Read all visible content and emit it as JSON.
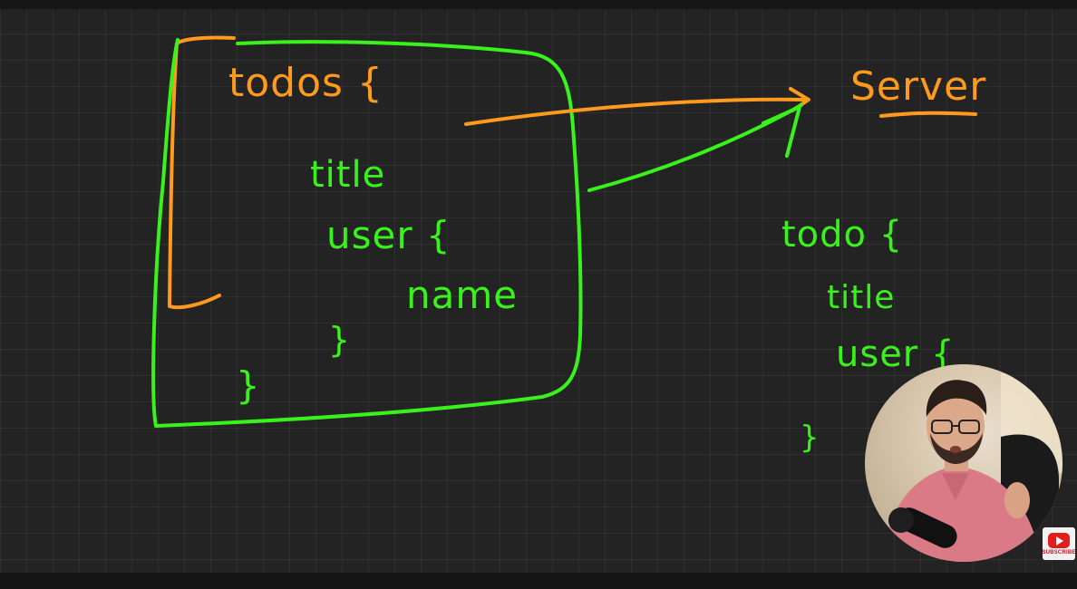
{
  "board": {
    "left_block": {
      "open": "todos {",
      "line1": "title",
      "line2": "user {",
      "line3": "name",
      "close_inner": "}",
      "close_outer": "}"
    },
    "server_label": "Server",
    "right_block": {
      "open": "todo {",
      "line1": "title",
      "line2": "user {",
      "close": "}"
    }
  },
  "colors": {
    "green": "#39f21c",
    "orange": "#ff9a1c",
    "grid": "#2e2e2e"
  },
  "subscribe": {
    "label": "SUBSCRIBE",
    "icon": "youtube-icon"
  }
}
